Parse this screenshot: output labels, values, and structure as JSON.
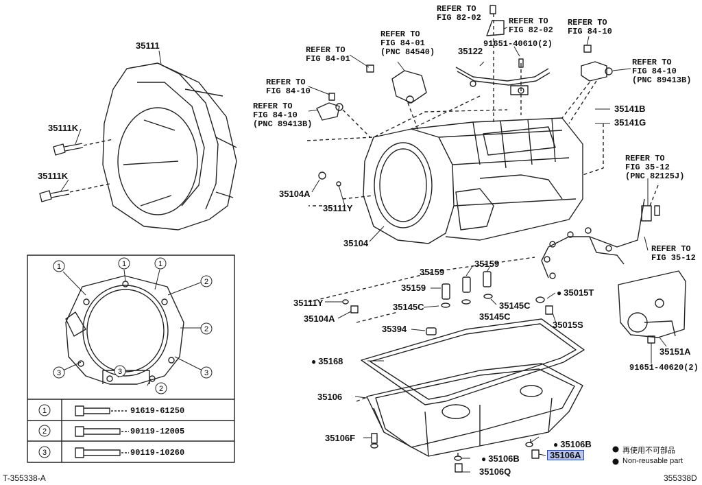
{
  "figure_id_left": "T-355338-A",
  "figure_id_right": "355338D",
  "legend": {
    "jp": "再使用不可部品",
    "en": "Non-reusable part"
  },
  "bolts_table": [
    {
      "mark": "1",
      "part": "91619-61250"
    },
    {
      "mark": "2",
      "part": "90119-12005"
    },
    {
      "mark": "3",
      "part": "90119-10260"
    }
  ],
  "inset_markers": [
    "1",
    "1",
    "1",
    "2",
    "2",
    "2",
    "3",
    "3",
    "3"
  ],
  "parts": {
    "p35111": "35111",
    "p35111k_a": "35111K",
    "p35111k_b": "35111K",
    "p35104a_a": "35104A",
    "p35111y_a": "35111Y",
    "p35104": "35104",
    "p35111y_b": "35111Y",
    "p35104a_b": "35104A",
    "p35159_a": "35159",
    "p35159_b": "35159",
    "p35159_c": "35159",
    "p35145c_a": "35145C",
    "p35145c_b": "35145C",
    "p35394": "35394",
    "p35168": "35168",
    "p35106": "35106",
    "p35106f": "35106F",
    "p35106b_a": "35106B",
    "p35106b_b": "35106B",
    "p35106a": "35106A",
    "p35106q": "35106Q",
    "p35015t": "35015T",
    "p35015s": "35015S",
    "p35151a": "35151A",
    "p91651_40620": "91651-40620(2)",
    "p91651_40610": "91651-40610(2)",
    "p35122": "35122",
    "p35141b": "35141B",
    "p35141g": "35141G"
  },
  "refs": {
    "r1": "REFER TO\nFIG 82-02",
    "r2": "REFER TO\nFIG 82-02",
    "r3": "REFER TO\nFIG 84-10",
    "r4": "REFER TO\nFIG 84-01\n(PNC 84540)",
    "r5": "REFER TO\nFIG 84-01",
    "r6": "REFER TO\nFIG 84-10\n(PNC 89413B)",
    "r7": "REFER TO\nFIG 84-10",
    "r8": "REFER TO\nFIG 84-10\n(PNC 89413B)",
    "r9": "REFER TO\nFIG 35-12\n(PNC 82125J)",
    "r10": "REFER TO\nFIG 35-12"
  }
}
